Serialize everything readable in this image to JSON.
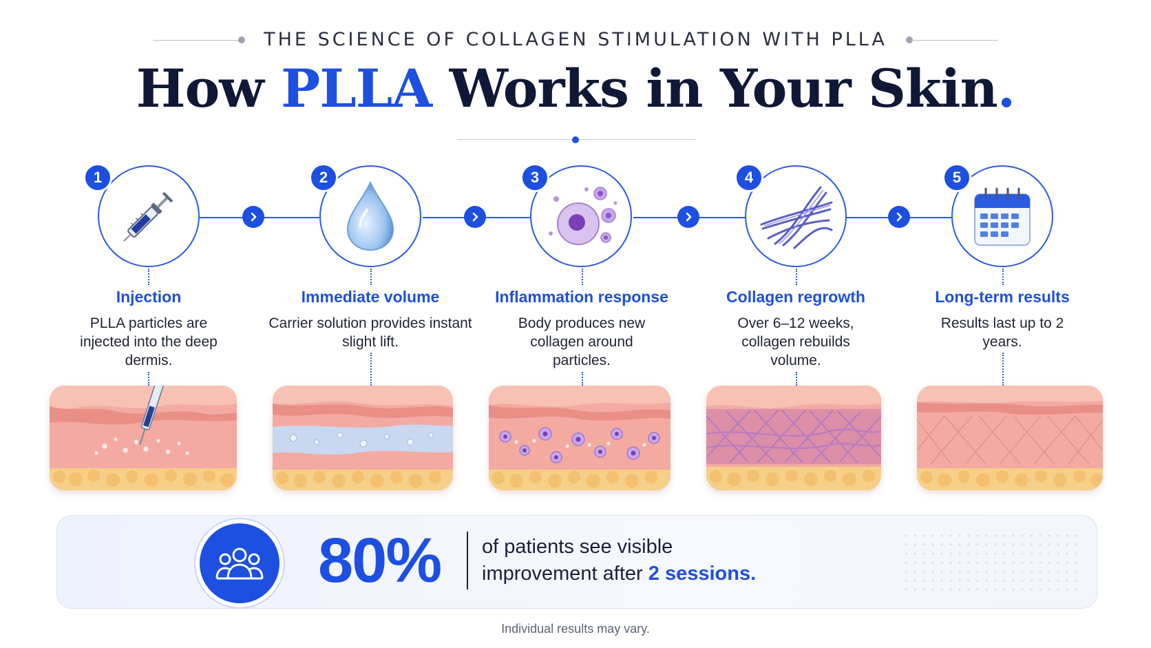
{
  "header": {
    "kicker": "THE SCIENCE OF COLLAGEN STIMULATION WITH PLLA",
    "title_part1": "How ",
    "title_highlight": "PLLA",
    "title_part2": " Works in Your Skin",
    "title_end": "."
  },
  "steps": [
    {
      "number": "1",
      "title": "Injection",
      "description": "PLLA particles are injected into the deep dermis.",
      "icon": "syringe-icon"
    },
    {
      "number": "2",
      "title": "Immediate volume",
      "description": "Carrier solution provides instant slight lift.",
      "icon": "water-drop-icon"
    },
    {
      "number": "3",
      "title": "Inflammation response",
      "description": "Body produces new collagen around particles.",
      "icon": "cells-icon"
    },
    {
      "number": "4",
      "title": "Collagen regrowth",
      "description": "Over 6–12 weeks, collagen rebuilds volume.",
      "icon": "collagen-fibers-icon"
    },
    {
      "number": "5",
      "title": "Long-term results",
      "description": "Results last up to 2 years.",
      "icon": "calendar-icon"
    }
  ],
  "stat": {
    "value": "80%",
    "text_line1": "of patients see visible",
    "text_line2_prefix": "improvement after ",
    "text_highlight": "2 sessions.",
    "icon": "people-group-icon"
  },
  "disclaimer": "Individual results may vary.",
  "colors": {
    "accent": "#1d4fe0",
    "title": "#101838",
    "skin_dermis": "#f4a8a0",
    "skin_fat": "#f6d28a",
    "particle_purple": "#9a6cc8"
  }
}
